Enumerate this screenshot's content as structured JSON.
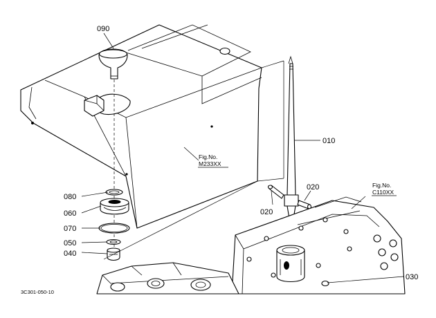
{
  "callouts": {
    "p010": "010",
    "p020a": "020",
    "p020b": "020",
    "p030": "030",
    "p040": "040",
    "p050": "050",
    "p060": "060",
    "p070": "070",
    "p080": "080",
    "p090": "090"
  },
  "references": {
    "fig_a_label": "Fig.No.",
    "fig_a_code": "M233XX",
    "fig_b_label": "Fig.No.",
    "fig_b_code": "C110XX"
  },
  "diagram_code": "3C301-050-10"
}
